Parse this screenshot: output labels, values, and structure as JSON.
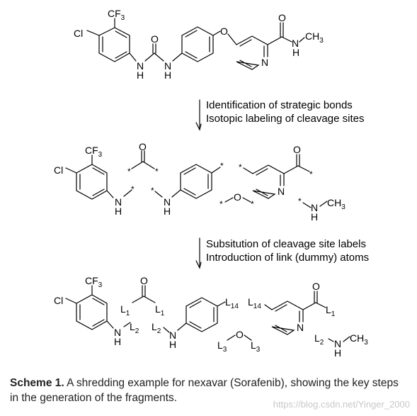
{
  "atoms": {
    "cl": "Cl",
    "cf3": "CF",
    "cf3_sub": "3",
    "n": "N",
    "h": "H",
    "o": "O",
    "ch3": "CH",
    "ch3_sub": "3",
    "star": "*"
  },
  "links": {
    "l": "L",
    "s1": "1",
    "s2": "2",
    "s3": "3",
    "s14": "14"
  },
  "steps": {
    "step1_line1": "Identification of strategic bonds",
    "step1_line2": "Isotopic labeling of cleavage sites",
    "step2_line1": "Subsitution of cleavage site labels",
    "step2_line2": "Introduction of link (dummy) atoms"
  },
  "caption": {
    "label": "Scheme 1.",
    "text": " A shredding example for nexavar (Sorafenib), showing the key steps in the generation of the fragments."
  },
  "watermark": "https://blog.csdn.net/Yinger_2000"
}
